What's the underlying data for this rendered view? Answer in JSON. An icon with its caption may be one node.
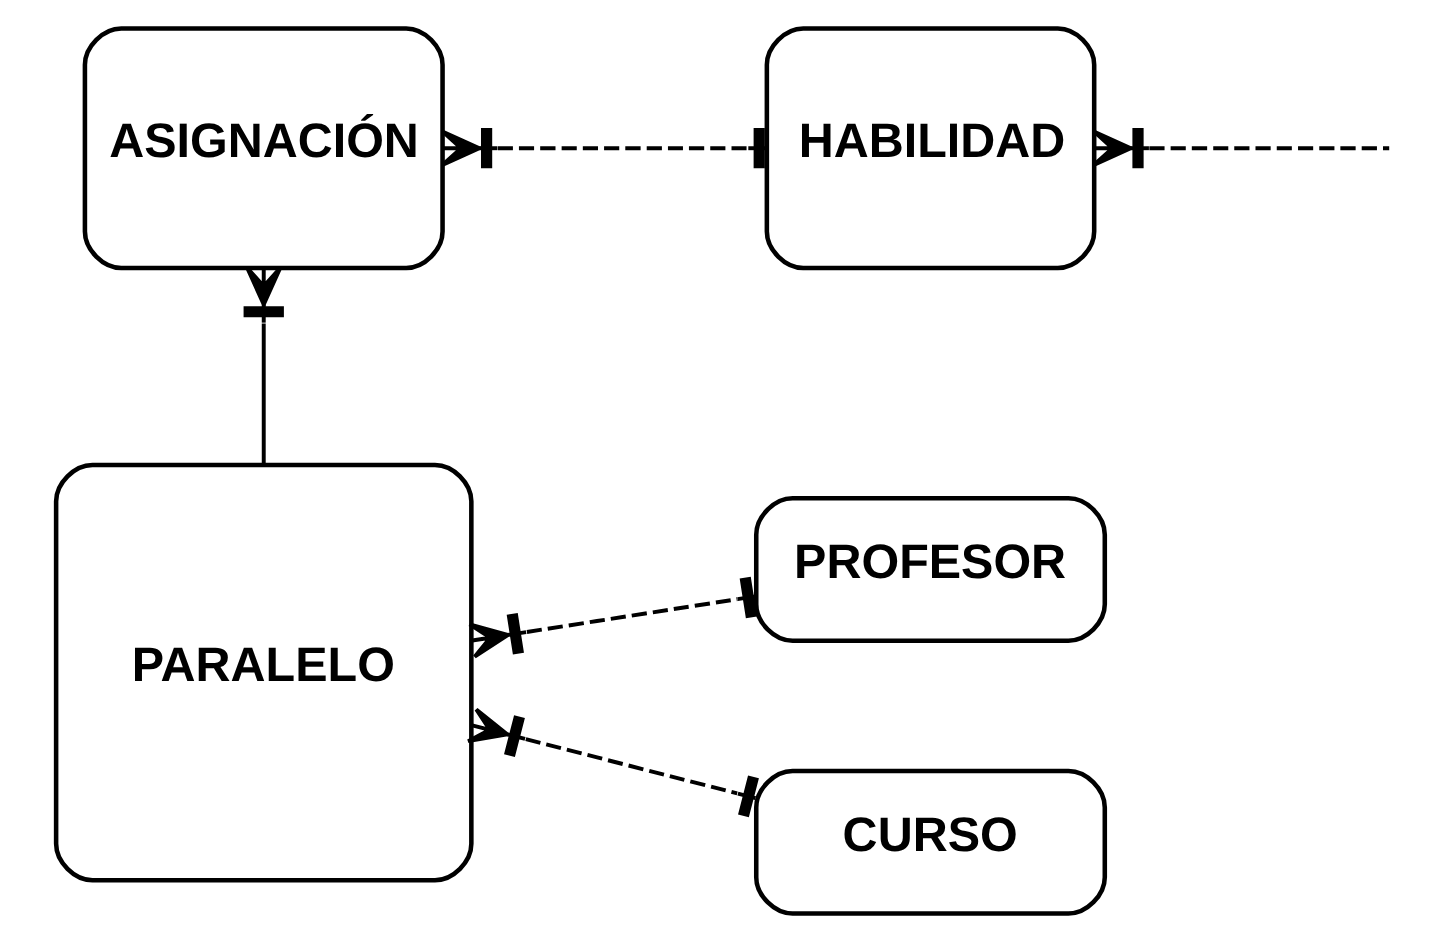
{
  "diagram": {
    "nodes": [
      {
        "text": [
          "ASIGNACIÓN"
        ]
      },
      {
        "text": [
          "HABILIDAD"
        ]
      },
      {
        "text": [
          "PARALELO"
        ]
      },
      {
        "text": [
          "PROFESOR"
        ]
      },
      {
        "text": [
          "CURSO"
        ]
      }
    ],
    "edges": [
      {
        "from": 0,
        "to": 1,
        "arrow": "other",
        "style": "dashed"
      },
      {
        "from": 1,
        "to": null,
        "arrow": "other",
        "style": "dashed"
      },
      {
        "from": 0,
        "to": 2,
        "arrow": "other"
      },
      {
        "from": 2,
        "to": 3,
        "arrow": "other",
        "style": "dashed"
      },
      {
        "from": 2,
        "to": 4,
        "arrow": "other",
        "style": "dashed"
      }
    ]
  }
}
